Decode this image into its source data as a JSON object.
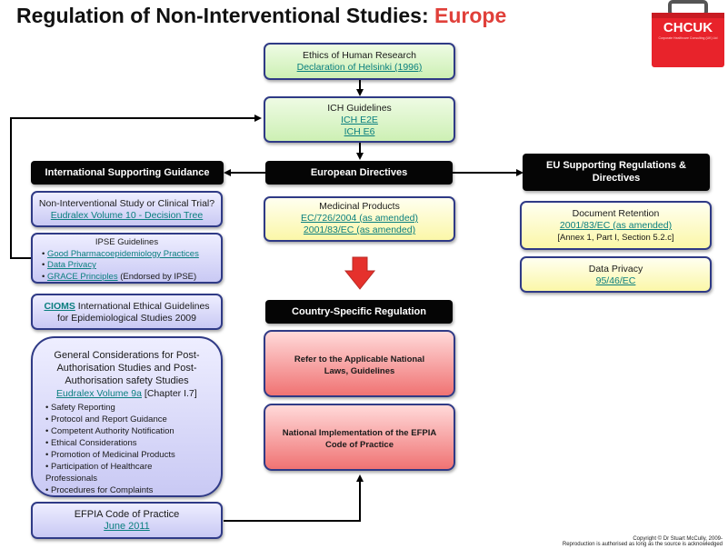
{
  "title": {
    "main": "Regulation of Non-Interventional Studies: ",
    "accent": "Europe"
  },
  "logo": {
    "text": "CHCUK",
    "subtext": "Corporate Healthcare Consulting (UK) Ltd",
    "color": "#e8232b"
  },
  "ethics": {
    "title": "Ethics of Human Research",
    "link": "Declaration of Helsinki (1996)"
  },
  "ich": {
    "title": "ICH Guidelines",
    "link1": "ICH E2E",
    "link2": "ICH E6"
  },
  "european_directives": "European Directives",
  "international_guidance": "International Supporting Guidance",
  "eu_regulations": "EU Supporting Regulations & Directives",
  "medicinal": {
    "title": "Medicinal Products",
    "link1": "EC/726/2004 (as amended)",
    "link2": "2001/83/EC (as amended)"
  },
  "doc_retention": {
    "title": "Document Retention",
    "link": "2001/83/EC (as amended)",
    "note": "[Annex 1, Part I, Section 5.2.c]"
  },
  "data_privacy": {
    "title": "Data Privacy",
    "link": "95/46/EC"
  },
  "nis": {
    "title": "Non-Interventional Study or Clinical Trial?",
    "link": "Eudralex Volume 10 - Decision Tree"
  },
  "ipse": {
    "title": "IPSE Guidelines",
    "item1": "Good Pharmacoepidemiology Practices",
    "item2": "Data Privacy",
    "item3": "GRACE Principles",
    "item3_suffix": " (Endorsed by IPSE)"
  },
  "cioms": {
    "link": "CIOMS",
    "text1": " International Ethical Guidelines",
    "text2": "for Epidemiological Studies 2009"
  },
  "general": {
    "title": "General Considerations for Post-Authorisation Studies and Post-Authorisation safety Studies",
    "link": "Eudralex Volume 9a",
    "link_suffix": " [Chapter I.7]",
    "items": [
      "Safety Reporting",
      "Protocol and Report Guidance",
      "Competent Authority Notification",
      "Ethical Considerations",
      "Promotion of Medicinal Products",
      "Participation of Healthcare Professionals",
      "Procedures for Complaints"
    ]
  },
  "country_specific": "Country-Specific Regulation",
  "national_laws": "Refer to the Applicable National Laws, Guidelines",
  "efpia_impl": "National Implementation of the EFPIA Code of Practice",
  "efpia": {
    "title": "EFPIA Code of Practice",
    "link": "June 2011"
  },
  "footer": {
    "line1": "Copyright © Dr Stuart McCully, 2009-",
    "line2": "Reproduction is authorised as long as the source is acknowledged"
  },
  "colors": {
    "accent": "#e0403a",
    "box_border": "#2f3a86",
    "link": "#0a7f7f",
    "arrow_red": "#e5312c"
  }
}
